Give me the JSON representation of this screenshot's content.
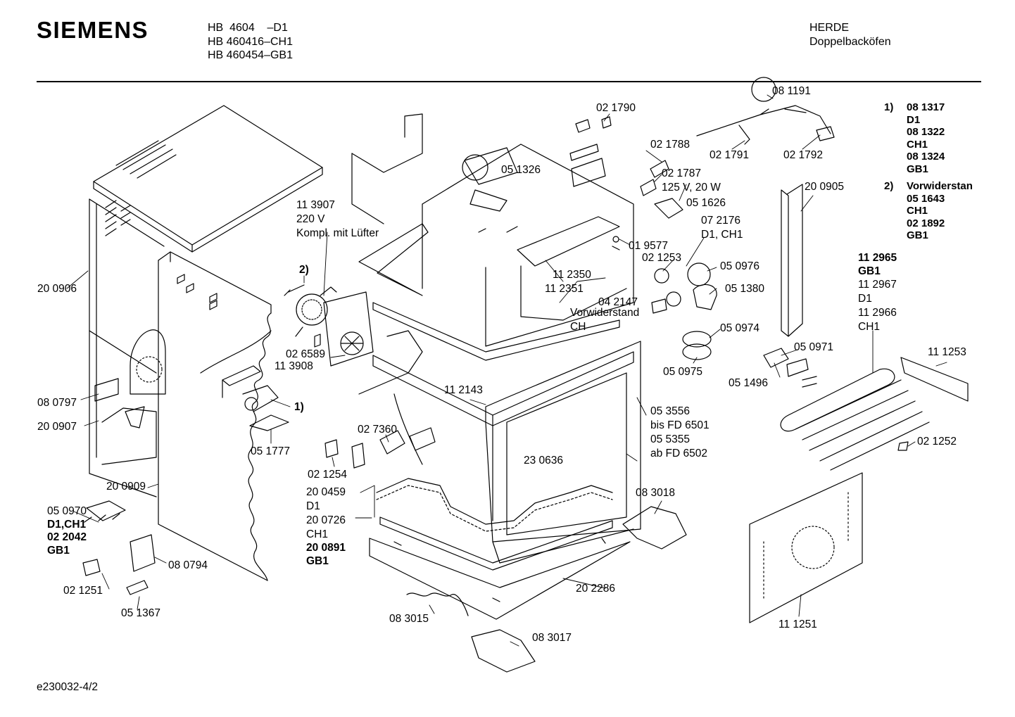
{
  "header": {
    "brand": "SIEMENS",
    "models": [
      "HB  4604    –D1",
      "HB 460416–CH1",
      "HB 460454–GB1"
    ],
    "category": "HERDE",
    "subcategory": "Doppelbacköfen"
  },
  "footer": {
    "drawing_id": "e230032-4/2"
  },
  "notes": {
    "n1_marker": "1)",
    "n1_lines": [
      "08 1317",
      "D1",
      "08 1322",
      "CH1",
      "08 1324",
      "GB1"
    ],
    "n2_marker": "2)",
    "n2_title": "Vorwiderstan",
    "n2_lines": [
      "05 1643",
      "CH1",
      "02 1892",
      "GB1"
    ]
  },
  "labels": {
    "p081191": "08 1191",
    "p021791": "02 1791",
    "p021792": "02 1792",
    "p021790": "02 1790",
    "p021788": "02 1788",
    "p021787a": "02 1787",
    "p021787b": "125 V, 20 W",
    "p051326": "05 1326",
    "p051626": "05 1626",
    "p072176a": "07 2176",
    "p072176b": "D1, CH1",
    "p019577": "01 9577",
    "p021253": "02 1253",
    "p050976": "05 0976",
    "p051380": "05 1380",
    "p112350": "11 2350",
    "p112351": "11 2351",
    "p042147a": "04 2147",
    "p042147b": "Vorwiderstand",
    "p042147c": "CH",
    "p050974": "05 0974",
    "p050975": "05 0975",
    "p050971": "05 0971",
    "p051496": "05 1496",
    "p200905": "20 0905",
    "p112965": "11 2965",
    "pGB1a": "GB1",
    "p112967": "11 2967",
    "pD1a": "D1",
    "p112966": "11 2966",
    "pCH1a": "CH1",
    "p111253": "11 1253",
    "p021252": "02 1252",
    "p113907a": "11 3907",
    "p113907b": "220 V",
    "p113907c": "Kompl. mit Lüfter",
    "pmark2": "2)",
    "p200906": "20 0906",
    "p026589": "02 6589",
    "p113908": "11 3908",
    "pmark1": "1)",
    "p080797": "08 0797",
    "p200907": "20 0907",
    "p051777": "05 1777",
    "p112143": "11 2143",
    "p053556a": "05 3556",
    "p053556b": "bis FD 6501",
    "p055355a": "05 5355",
    "p055355b": "ab FD 6502",
    "p027360": "02 7360",
    "p230636": "23 0636",
    "p021254": "02 1254",
    "p200459": "20 0459",
    "pD1b": "D1",
    "p200726": "20 0726",
    "pCH1b": "CH1",
    "p200891": "20 0891",
    "pGB1b": "GB1",
    "p200909": "20 0909",
    "p050970": "05 0970",
    "pD1CH1": "D1,CH1",
    "p022042": "02 2042",
    "pGB1c": "GB1",
    "p080794": "08 0794",
    "p021251": "02 1251",
    "p051367": "05 1367",
    "p083018": "08 3018",
    "p202286": "20 2286",
    "p083015": "08 3015",
    "p083017": "08 3017",
    "p111251": "11 1251"
  }
}
